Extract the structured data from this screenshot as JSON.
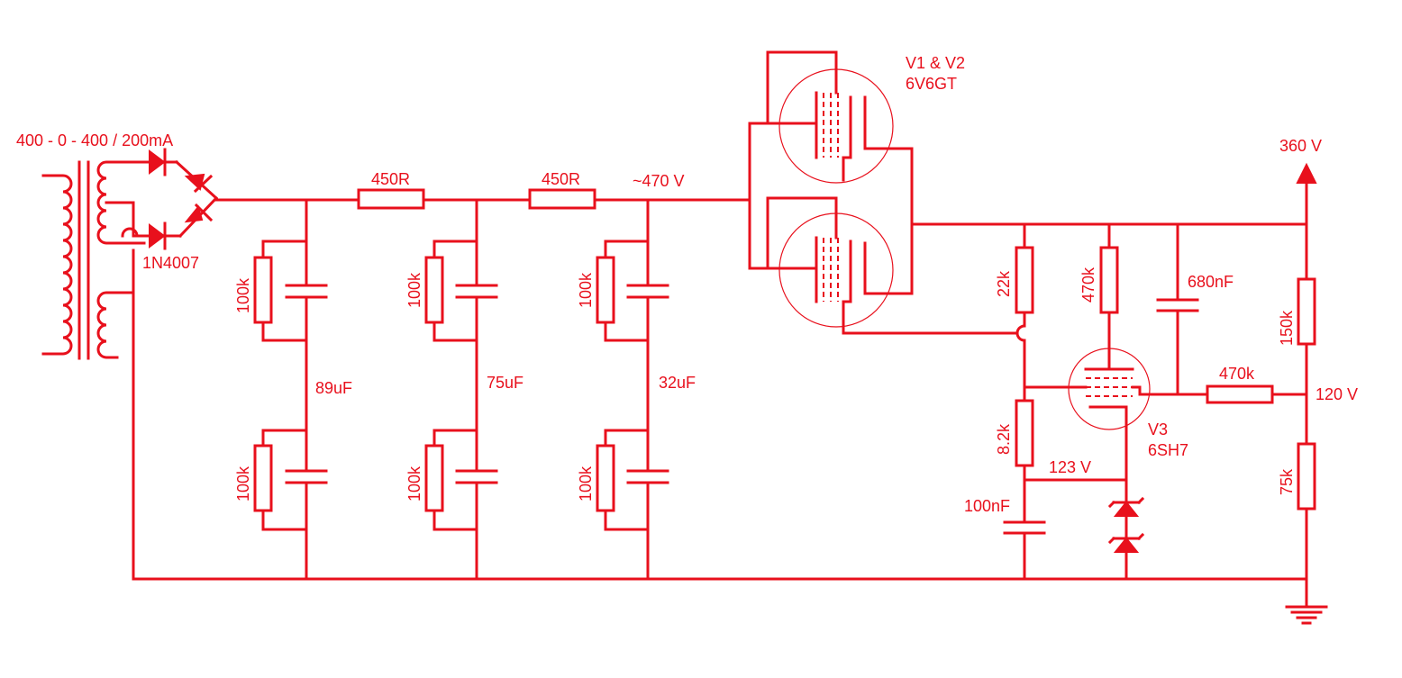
{
  "labels": {
    "transformer": "400 - 0 - 400 / 200mA",
    "diode": "1N4007",
    "r_series_1": "450R",
    "r_series_2": "450R",
    "node_voltage": "~470 V",
    "tube_pair_name": "V1 & V2",
    "tube_pair_type": "6V6GT",
    "output_voltage": "360 V",
    "r_bleed_a1": "100k",
    "r_bleed_a2": "100k",
    "r_bleed_b1": "100k",
    "r_bleed_b2": "100k",
    "r_bleed_c1": "100k",
    "r_bleed_c2": "100k",
    "cap_a": "89uF",
    "cap_b": "75uF",
    "cap_c": "32uF",
    "r_22k": "22k",
    "r_470k_vert": "470k",
    "cap_680nF": "680nF",
    "r_150k": "150k",
    "r_470k_horiz": "470k",
    "ref_voltage": "120 V",
    "r_8k2": "8.2k",
    "cathode_voltage": "123 V",
    "tube_v3_name": "V3",
    "tube_v3_type": "6SH7",
    "cap_100nF": "100nF",
    "r_75k": "75k"
  }
}
